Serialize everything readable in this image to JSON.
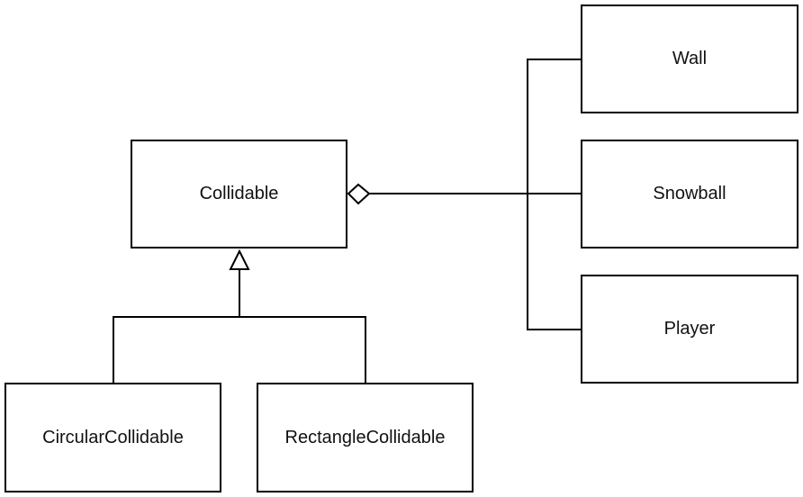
{
  "diagram": {
    "classes": {
      "collidable": "Collidable",
      "circular": "CircularCollidable",
      "rectangle": "RectangleCollidable",
      "wall": "Wall",
      "snowball": "Snowball",
      "player": "Player"
    },
    "relationships": [
      {
        "type": "generalization",
        "from": "CircularCollidable",
        "to": "Collidable"
      },
      {
        "type": "generalization",
        "from": "RectangleCollidable",
        "to": "Collidable"
      },
      {
        "type": "aggregation",
        "whole": "Collidable",
        "parts": [
          "Wall",
          "Snowball",
          "Player"
        ]
      }
    ],
    "colors": {
      "line": "#000000",
      "background": "#ffffff",
      "text": "#111111"
    }
  }
}
